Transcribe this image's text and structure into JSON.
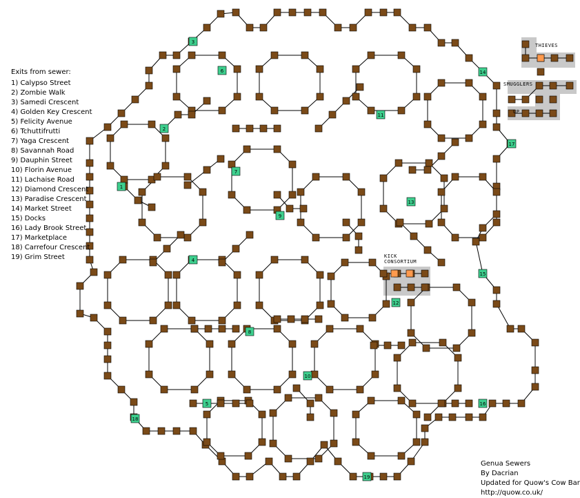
{
  "legend": {
    "heading": "Exits from sewer:",
    "exits": [
      "1) Calypso Street",
      "2) Zombie Walk",
      "3) Samedi Crescent",
      "4) Golden Key Crescent",
      "5) Felicity Avenue",
      "6) Tchuttifrutti",
      "7) Yaga Crescent",
      "8) Savannah Road",
      "9) Dauphin Street",
      "10) Florin Avenue",
      "11) Lachaise Road",
      "12) Diamond Crescent",
      "13) Paradise Crescent",
      "14) Market Street",
      "15) Docks",
      "16) Lady Brook Street",
      "17) Marketplace",
      "18) Carrefour Crescent",
      "19) Grim Street"
    ]
  },
  "areas": {
    "thieves": "THIEVES",
    "smugglers": "SMUGGLERS",
    "up": "UP",
    "kick_line1": "KICK",
    "kick_line2": "CONSORTIUM"
  },
  "credits": {
    "line1": "Genua Sewers",
    "line2": "By Dacrian",
    "line3": "Updated for Quow's Cow Bar",
    "line4": "http://quow.co.uk/"
  },
  "exit_markers": [
    "1",
    "2",
    "3",
    "4",
    "5",
    "6",
    "7",
    "8",
    "9",
    "10",
    "11",
    "12",
    "13",
    "14",
    "15",
    "16",
    "17",
    "18",
    "19"
  ],
  "colors": {
    "room": "#7a4a18",
    "exit": "#3ecf8e",
    "special": "#ff9a4d",
    "area_bg": "#c9c9c9",
    "line": "#000000"
  }
}
